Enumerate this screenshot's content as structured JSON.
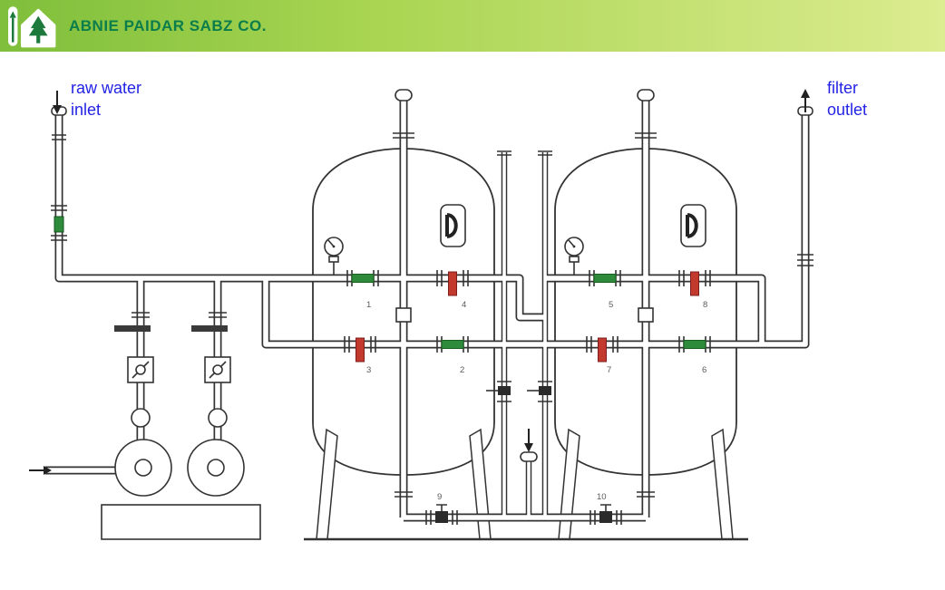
{
  "header": {
    "company_name": "ABNIE PAIDAR SABZ CO.",
    "colors": {
      "gradient_left": "#7fbf3b",
      "gradient_right": "#dcec90",
      "title_text": "#0b7d4b",
      "logo_tree": "#1e7a3c"
    }
  },
  "diagram": {
    "labels": {
      "inlet_line1": "raw water",
      "inlet_line2": "inlet",
      "outlet_line1": "filter",
      "outlet_line2": "outlet",
      "color": "#2323e6"
    },
    "colors": {
      "open_valve": "#2e8b3c",
      "closed_valve": "#c23a2e",
      "line": "#333333"
    },
    "valves": [
      {
        "number": "1",
        "state": "open"
      },
      {
        "number": "2",
        "state": "open"
      },
      {
        "number": "3",
        "state": "closed"
      },
      {
        "number": "4",
        "state": "closed"
      },
      {
        "number": "5",
        "state": "open"
      },
      {
        "number": "6",
        "state": "open"
      },
      {
        "number": "7",
        "state": "closed"
      },
      {
        "number": "8",
        "state": "closed"
      },
      {
        "number": "9",
        "state": "manual"
      },
      {
        "number": "10",
        "state": "manual"
      }
    ]
  }
}
